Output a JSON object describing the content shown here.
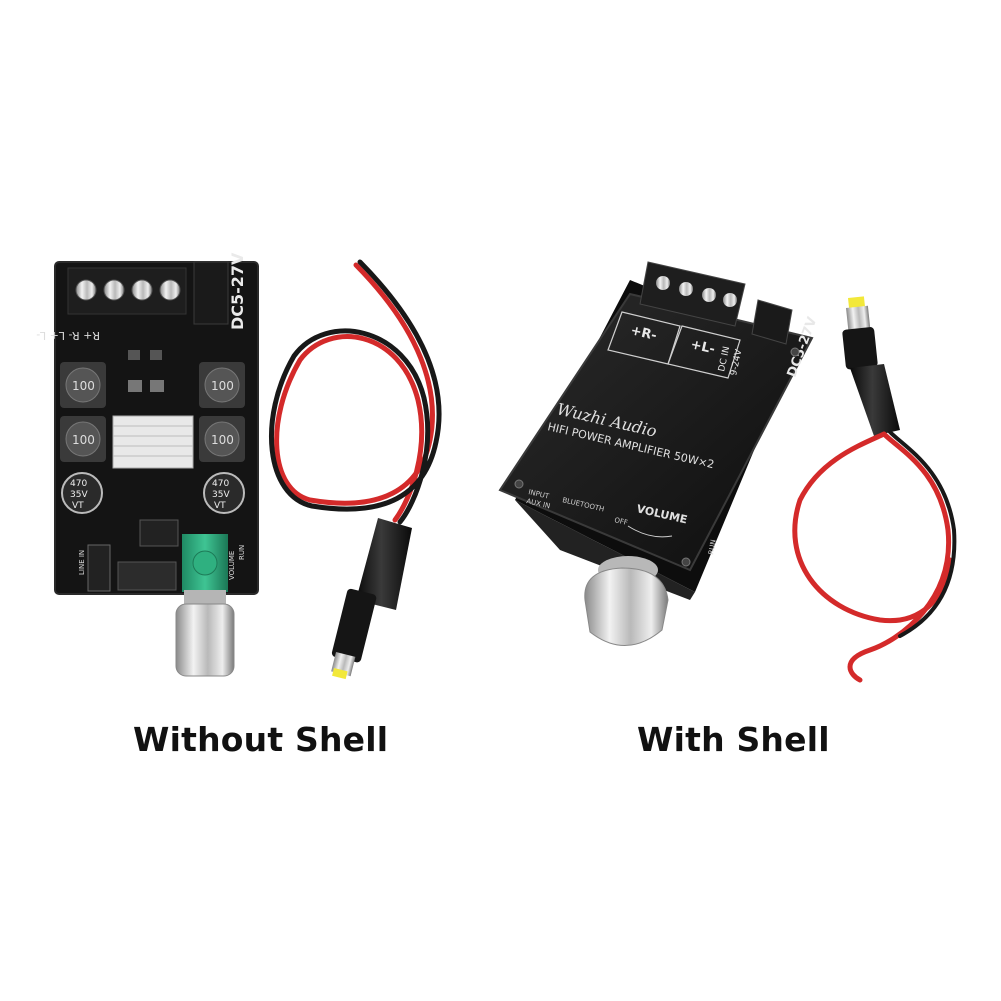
{
  "captions": {
    "without_shell": "Without Shell",
    "with_shell": "With Shell"
  },
  "board_bare": {
    "voltage": "DC5-27V",
    "terminals": "R+ R- L+ L-",
    "inductor": "100",
    "cap_left": [
      "470",
      "35V",
      "VT"
    ],
    "cap_right": [
      "470",
      "35V",
      "VT"
    ],
    "line_in": "LINE IN",
    "volume": "VOLUME",
    "run": "RUN"
  },
  "board_shell": {
    "voltage": "DC5-27V",
    "brand": "Wuzhi Audio",
    "product": "HIFI POWER AMPLIFIER 50W×2",
    "input": [
      "INPUT",
      "AUX IN"
    ],
    "bluetooth": "BLUETOOTH",
    "volume": "VOLUME",
    "off": "OFF",
    "dc_in": [
      "DC IN",
      "9-24V"
    ],
    "terminal_r": "+R-",
    "terminal_l": "+L-",
    "run": "RUN"
  },
  "colors": {
    "pcb": "#141414",
    "shell": "#1a1a1a",
    "knob_green": "#2aa37a",
    "wire_red": "#d42a2a",
    "wire_black": "#181818",
    "metal": "#c8c8c8"
  }
}
